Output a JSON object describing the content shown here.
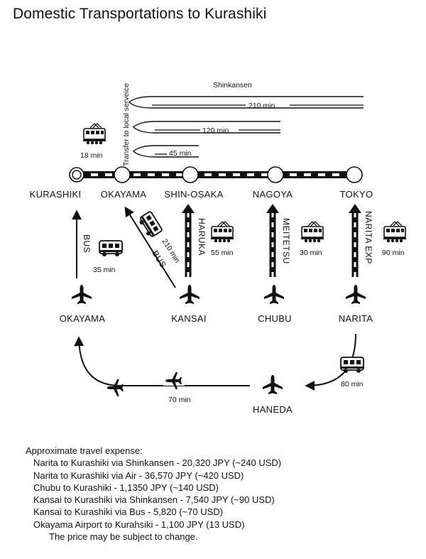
{
  "title": "Domestic Transportations to Kurashiki",
  "shinkansen_label": "Shinkansen",
  "transfer_label": "Transfer to local serveice",
  "shinkansen_times": {
    "tokyo": "210 min",
    "nagoya": "120 min",
    "shin_osaka": "45 min"
  },
  "local_train_time": "18 min",
  "stations": {
    "kurashiki": "KURASHIKI",
    "okayama": "OKAYAMA",
    "shin_osaka": "SHIN-OSAKA",
    "nagoya": "NAGOYA",
    "tokyo": "TOKYO"
  },
  "airports": {
    "okayama": "OKAYAMA",
    "kansai": "KANSAI",
    "chubu": "CHUBU",
    "narita": "NARITA",
    "haneda": "HANEDA"
  },
  "routes": {
    "okayama_bus": {
      "name": "BUS",
      "time": "35 min"
    },
    "kansai_bus": {
      "name": "BUS",
      "time": "210 min"
    },
    "haruka": {
      "name": "HARUKA",
      "time": "55 min"
    },
    "meitetsu": {
      "name": "MEITETSU",
      "time": "30 min"
    },
    "narita_exp": {
      "name": "NARITA EXP",
      "time": "90 min"
    },
    "narita_haneda_bus": {
      "time": "80 min"
    },
    "haneda_flight": {
      "time": "70 min"
    }
  },
  "icons": {
    "train": "train-icon",
    "bus": "bus-icon",
    "plane": "airplane-icon",
    "station": "station-circle-icon"
  },
  "expense": {
    "heading": "Approximate travel expense:",
    "items": [
      "Narita to Kurashiki via Shinkansen -  20,320 JPY (~240 USD)",
      "Narita to Kurashiki via Air - 36,570 JPY (~420 USD)",
      "Chubu to Kurashiki - 1,1350 JPY (~140 USD)",
      "Kansai to Kurashiki via Shinkansen - 7,540 JPY (~90 USD)",
      "Kansai to Kurashiki via Bus - 5,820 (~70 USD)",
      "Okayama Airport to Kurahsiki - 1,100 JPY (13 USD)"
    ],
    "note": "The price may be subject to change."
  }
}
